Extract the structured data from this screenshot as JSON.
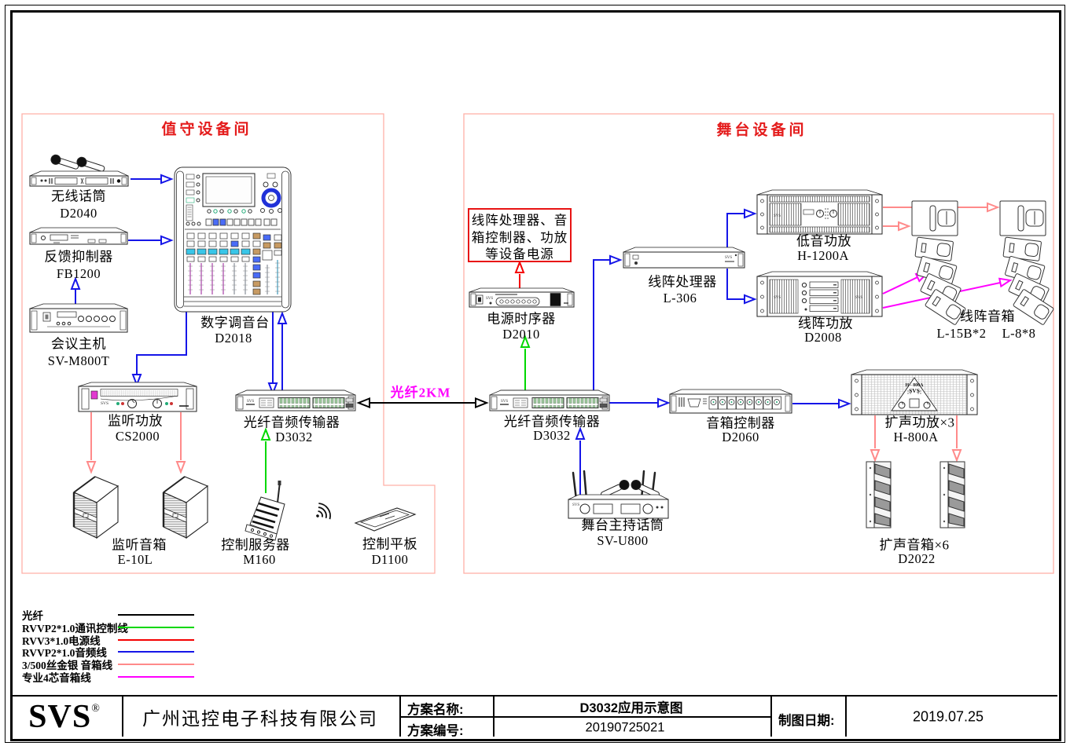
{
  "rooms": {
    "left": "值守设备间",
    "right": "舞台设备间"
  },
  "fiber_label": "光纤2KM",
  "devices": {
    "d2040": {
      "name": "无线话筒",
      "model": "D2040"
    },
    "fb1200": {
      "name": "反馈抑制器",
      "model": "FB1200"
    },
    "sv_m800t": {
      "name": "会议主机",
      "model": "SV-M800T"
    },
    "d2018": {
      "name": "数字调音台",
      "model": "D2018"
    },
    "cs2000": {
      "name": "监听功放",
      "model": "CS2000"
    },
    "e10l": {
      "name": "监听音箱",
      "model": "E-10L"
    },
    "d3032_left": {
      "name": "光纤音频传输器",
      "model": "D3032"
    },
    "m160": {
      "name": "控制服务器",
      "model": "M160"
    },
    "d1100": {
      "name": "控制平板",
      "model": "D1100"
    },
    "power_note": {
      "line1": "线阵处理器、音",
      "line2": "箱控制器、功放",
      "line3": "等设备电源"
    },
    "d2010": {
      "name": "电源时序器",
      "model": "D2010"
    },
    "l306": {
      "name": "线阵处理器",
      "model": "L-306"
    },
    "h1200a": {
      "name": "低音功放",
      "model": "H-1200A"
    },
    "d2008": {
      "name": "线阵功放",
      "model": "D2008"
    },
    "line_array": {
      "name": "线阵音箱",
      "model_a": "L-15B*2",
      "model_b": "L-8*8"
    },
    "d3032_right": {
      "name": "光纤音频传输器",
      "model": "D3032"
    },
    "sv_u800": {
      "name": "舞台主持话筒",
      "model": "SV-U800"
    },
    "d2060": {
      "name": "音箱控制器",
      "model": "D2060"
    },
    "h800a": {
      "name": "扩声功放×3",
      "model": "H-800A",
      "front_model": "H - 800A",
      "front_brand": "SVS"
    },
    "d2022": {
      "name": "扩声音箱×6",
      "model": "D2022"
    }
  },
  "legend": {
    "items": [
      {
        "label": "光纤",
        "color": "#000000"
      },
      {
        "label": "RVVP2*1.0通讯控制线",
        "color": "#00d800"
      },
      {
        "label": "RVV3*1.0电源线",
        "color": "#f40000"
      },
      {
        "label": "RVVP2*1.0音频线",
        "color": "#1515e8"
      },
      {
        "label": "3/500丝金银 音箱线",
        "color": "#ff8a8a"
      },
      {
        "label": "专业4芯音箱线",
        "color": "#ff00ff"
      }
    ]
  },
  "title_block": {
    "logo": "SVS",
    "logo_reg": "®",
    "company": "广州迅控电子科技有限公司",
    "scheme_name_label": "方案名称:",
    "scheme_name": "D3032应用示意图",
    "scheme_no_label": "方案编号:",
    "scheme_no": "20190725021",
    "date_label": "制图日期:",
    "date": "2019.07.25"
  }
}
